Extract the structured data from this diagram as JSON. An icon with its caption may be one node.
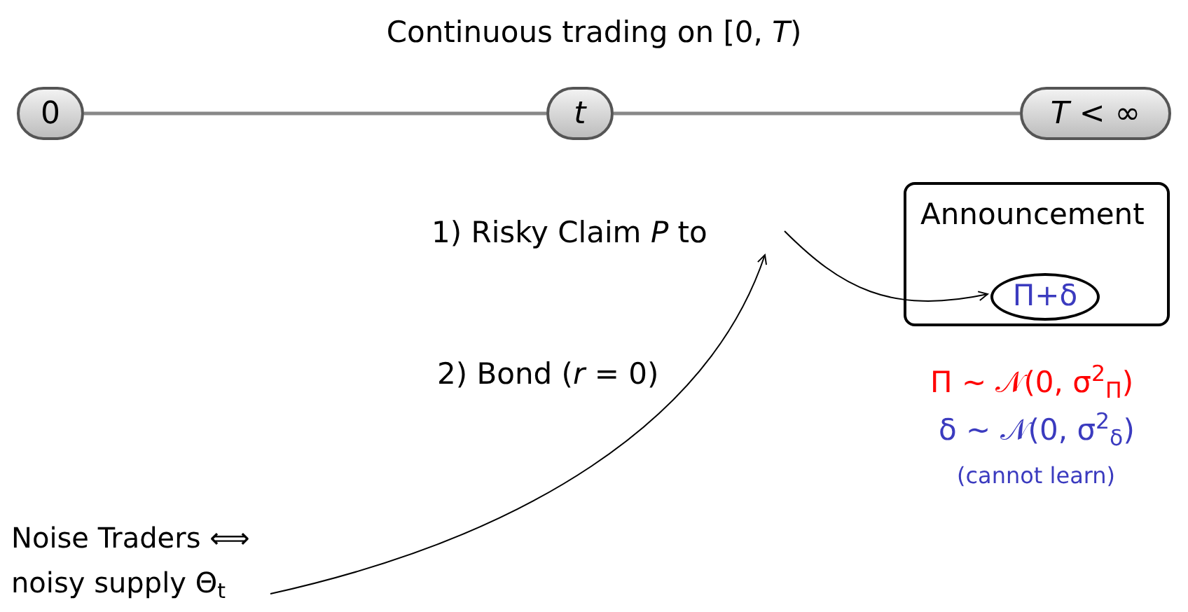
{
  "diagram": {
    "title": "Continuous trading on [0, *T*)",
    "nodes": [
      {
        "text": [
          "0"
        ]
      },
      {
        "text": [
          "*t*"
        ]
      },
      {
        "text": [
          "*T* < ∞"
        ]
      },
      {
        "text": [
          "1) Risky Claim *P* to"
        ]
      },
      {
        "text": [
          "Announcement"
        ]
      },
      {
        "text": [
          "Π+δ"
        ],
        "in": 4
      },
      {
        "text": [
          "Noise Traders ⟺ noisy supply Θ$_{t}$"
        ]
      }
    ],
    "edges": [
      {
        "from": 0,
        "to": 1,
        "arrow": "none",
        "style": "thick",
        "color": "#888888"
      },
      {
        "from": 1,
        "to": 2,
        "arrow": "none",
        "style": "thick",
        "color": "#888888"
      },
      {
        "from": 3,
        "to": 5,
        "arrow": "to",
        "color": "#000000"
      },
      {
        "from": 6,
        "to": 3,
        "arrow": "to",
        "color": "#000000"
      }
    ],
    "labels": [
      "2) Bond (*r* = 0)",
      "Π ∼ 𝒩(0, σ$^{2}$$_{Π}$)",
      "δ ∼ 𝒩(0, σ$^{2}$$_{δ}$)",
      "(cannot learn)"
    ]
  }
}
